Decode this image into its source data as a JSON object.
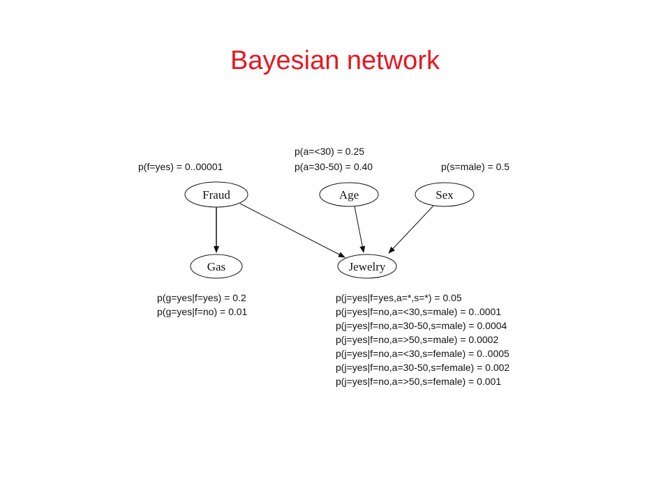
{
  "slide": {
    "title": "Bayesian network"
  },
  "colors": {
    "title": "#e8161e",
    "ink": "#111111"
  },
  "nodes": [
    {
      "id": "fraud",
      "label": "Fraud"
    },
    {
      "id": "age",
      "label": "Age"
    },
    {
      "id": "sex",
      "label": "Sex"
    },
    {
      "id": "gas",
      "label": "Gas"
    },
    {
      "id": "jewelry",
      "label": "Jewelry"
    }
  ],
  "edges": [
    {
      "from": "fraud",
      "to": "gas"
    },
    {
      "from": "fraud",
      "to": "jewelry"
    },
    {
      "from": "age",
      "to": "jewelry"
    },
    {
      "from": "sex",
      "to": "jewelry"
    }
  ],
  "probabilities": {
    "fraud": [
      "p(f=yes) = 0..00001"
    ],
    "age": [
      "p(a=<30) = 0.25",
      "p(a=30-50) = 0.40"
    ],
    "sex": [
      "p(s=male) = 0.5"
    ],
    "gas": [
      "p(g=yes|f=yes) = 0.2",
      "p(g=yes|f=no) = 0.01"
    ],
    "jewelry": [
      "p(j=yes|f=yes,a=*,s=*) = 0.05",
      "p(j=yes|f=no,a=<30,s=male) = 0..0001",
      "p(j=yes|f=no,a=30-50,s=male) = 0.0004",
      "p(j=yes|f=no,a=>50,s=male) = 0.0002",
      "p(j=yes|f=no,a=<30,s=female) = 0..0005",
      "p(j=yes|f=no,a=30-50,s=female) = 0.002",
      "p(j=yes|f=no,a=>50,s=female) = 0.001"
    ]
  }
}
